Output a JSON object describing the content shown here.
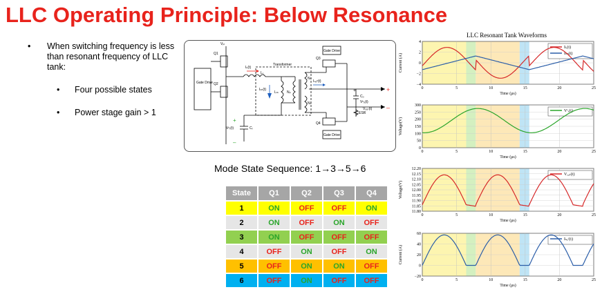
{
  "title": "LLC Operating Principle: Below Resonance",
  "bullets": {
    "main": "When switching frequency is less than resonant frequency of LLC tank:",
    "sub": [
      "Four possible states",
      "Power stage gain > 1"
    ]
  },
  "circuit": {
    "labels": {
      "vin": "Vᵢₙ",
      "q1": "Q1",
      "q2": "Q2",
      "q3": "Q3",
      "q4": "Q4",
      "gate_drive_left": "Gate Drive",
      "gate_drive_top": "Gate Drive",
      "gate_drive_bottom": "Gate Drive",
      "transformer": "Transformer",
      "ilr": "Iₗᵣ(t)",
      "lr": "Lᵣ",
      "ilm": "Iₗₘ(t)",
      "lm": "Lₘ",
      "np": "Nₚ",
      "ns_top": "Nₛ",
      "ns_bottom": "Nₛ",
      "isec": "Iₛₑᶜ(t)",
      "co": "Cₒ",
      "vco": "Vᶜₒ(t)",
      "esr": "ESR",
      "vout": "Vₒᵤₜ(t)",
      "cr": "Cᵣ",
      "vcr": "Vᶜᵣ(t)",
      "plus": "+",
      "minus": "–"
    }
  },
  "sequence": "Mode State Sequence: 1→3→5→6",
  "table": {
    "headers": [
      "State",
      "Q1",
      "Q2",
      "Q3",
      "Q4"
    ],
    "rows": [
      {
        "state": "1",
        "bg": "#ffff00",
        "vals": [
          "ON",
          "OFF",
          "OFF",
          "ON"
        ]
      },
      {
        "state": "2",
        "bg": "#e6e6e6",
        "vals": [
          "ON",
          "OFF",
          "ON",
          "OFF"
        ]
      },
      {
        "state": "3",
        "bg": "#92d050",
        "vals": [
          "ON",
          "OFF",
          "OFF",
          "OFF"
        ]
      },
      {
        "state": "4",
        "bg": "#e6e6e6",
        "vals": [
          "OFF",
          "ON",
          "OFF",
          "ON"
        ]
      },
      {
        "state": "5",
        "bg": "#ffc000",
        "vals": [
          "OFF",
          "ON",
          "ON",
          "OFF"
        ]
      },
      {
        "state": "6",
        "bg": "#00b0f0",
        "vals": [
          "OFF",
          "ON",
          "OFF",
          "OFF"
        ]
      }
    ]
  },
  "waveforms": {
    "title": "LLC Resonant Tank Waveforms",
    "xlabel": "Time (μs)",
    "x_ticks": [
      "0",
      "5",
      "10",
      "15",
      "20",
      "25"
    ],
    "bands": [
      {
        "from": 0,
        "to": 6.4,
        "color": "#fdf5b0"
      },
      {
        "from": 6.4,
        "to": 7.8,
        "color": "#d4f0c0"
      },
      {
        "from": 7.8,
        "to": 14.2,
        "color": "#fde8b8"
      },
      {
        "from": 14.2,
        "to": 15.6,
        "color": "#bfe4f5"
      }
    ],
    "panels": [
      {
        "ylabel": "Current (A)",
        "yticks": [
          "4",
          "2",
          "0",
          "−2",
          "−4"
        ],
        "legend": [
          "Iₗᵣ(t)",
          "Iₗₘ(t)"
        ]
      },
      {
        "ylabel": "Voltage(V)",
        "yticks": [
          "300",
          "250",
          "200",
          "150",
          "100",
          "50",
          "0"
        ],
        "legend": [
          "Vᶜᵣ(t)"
        ]
      },
      {
        "ylabel": "Voltage(V)",
        "yticks": [
          "12.20",
          "12.15",
          "12.10",
          "12.05",
          "12.00",
          "11.95",
          "11.90",
          "11.85",
          "11.80"
        ],
        "legend": [
          "Vₒᵤₜ(t)"
        ]
      },
      {
        "ylabel": "Current (A)",
        "yticks": [
          "60",
          "40",
          "20",
          "0",
          "−20"
        ],
        "legend": [
          "Iₛₑᶜ(t)"
        ]
      }
    ]
  }
}
